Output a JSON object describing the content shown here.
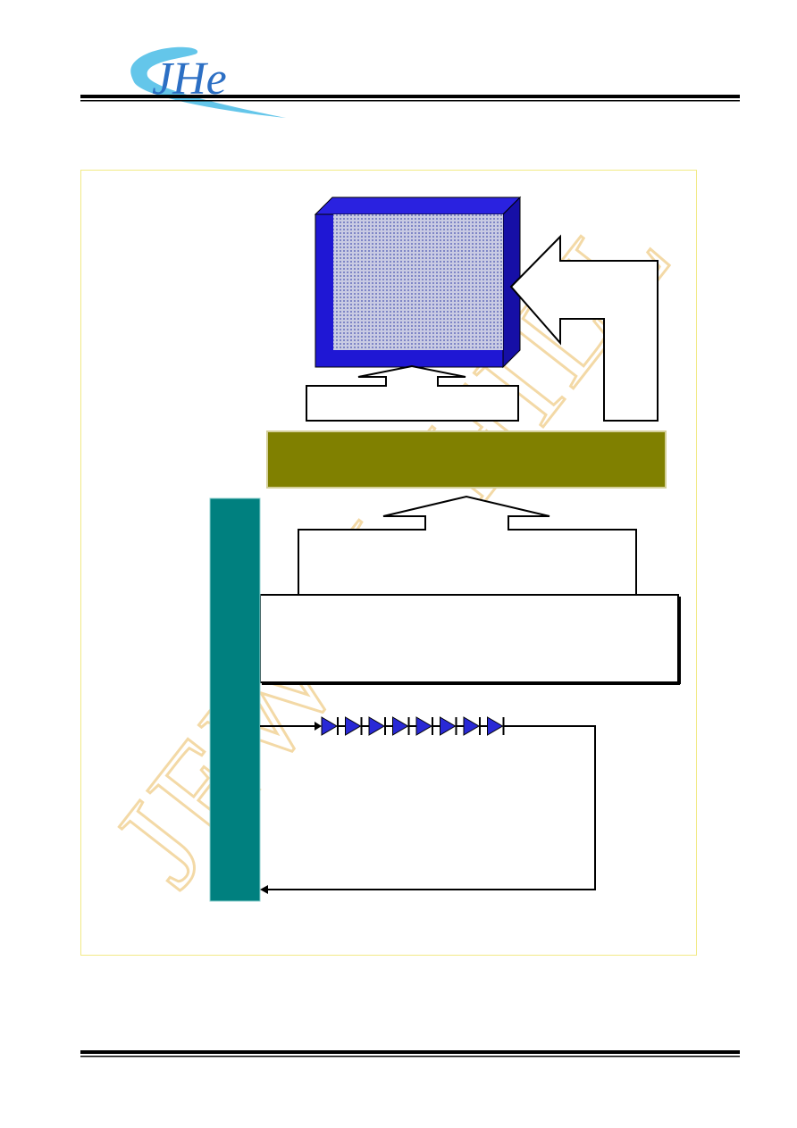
{
  "header": {
    "logo_text": "JHe",
    "logo_colors": {
      "letters": "#2c6fc4",
      "swoosh": "#64c6ea"
    }
  },
  "watermark": {
    "text": "JEWEL HILL",
    "color": "#f3d9a6"
  },
  "diagram": {
    "monitor": {
      "frame_color": "#1f17d4",
      "screen_color": "#b8bcd9"
    },
    "controller_bar_color": "#808000",
    "side_bar_color": "#00807f",
    "led_count": 8,
    "led_color": "#2929d6",
    "icons": [
      "monitor-icon",
      "led-diode-icon",
      "arrow-icon"
    ]
  }
}
